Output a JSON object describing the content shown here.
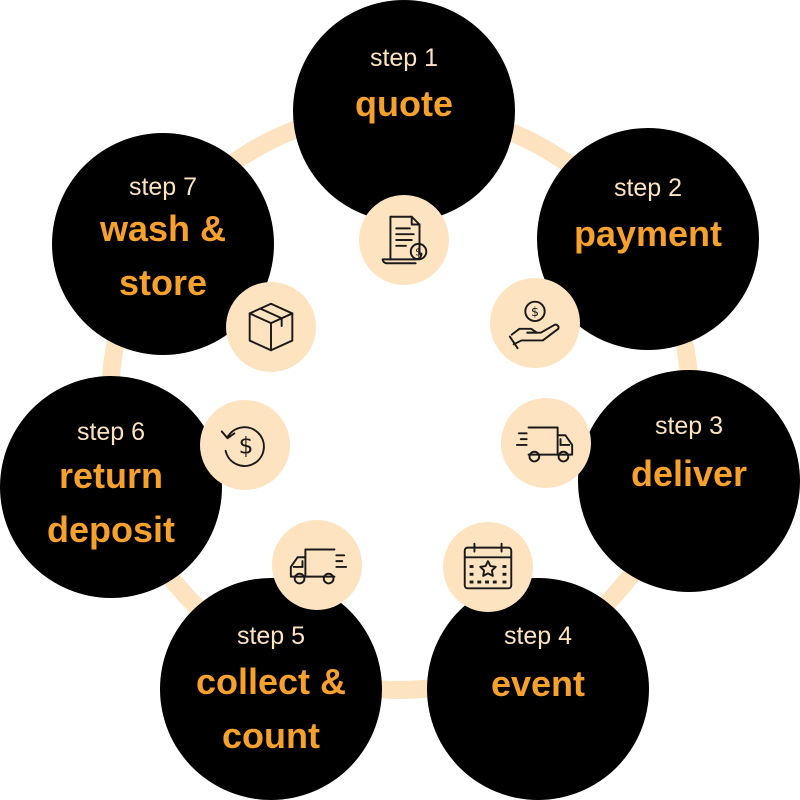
{
  "colors": {
    "circle": "#000000",
    "ring": "#fde3c0",
    "badge": "#fde3c0",
    "step_label": "#fde3c0",
    "step_title": "#f7a12d"
  },
  "steps": [
    {
      "label": "step 1",
      "title": "quote",
      "icon": "invoice-dollar-icon"
    },
    {
      "label": "step 2",
      "title": "payment",
      "icon": "hand-coin-icon"
    },
    {
      "label": "step 3",
      "title": "deliver",
      "icon": "delivery-truck-icon"
    },
    {
      "label": "step 4",
      "title": "event",
      "icon": "calendar-star-icon"
    },
    {
      "label": "step 5",
      "title": "collect & count",
      "icon": "delivery-truck-icon"
    },
    {
      "label": "step 6",
      "title": "return deposit",
      "icon": "refund-dollar-icon"
    },
    {
      "label": "step 7",
      "title": "wash & store",
      "icon": "box-icon"
    }
  ]
}
